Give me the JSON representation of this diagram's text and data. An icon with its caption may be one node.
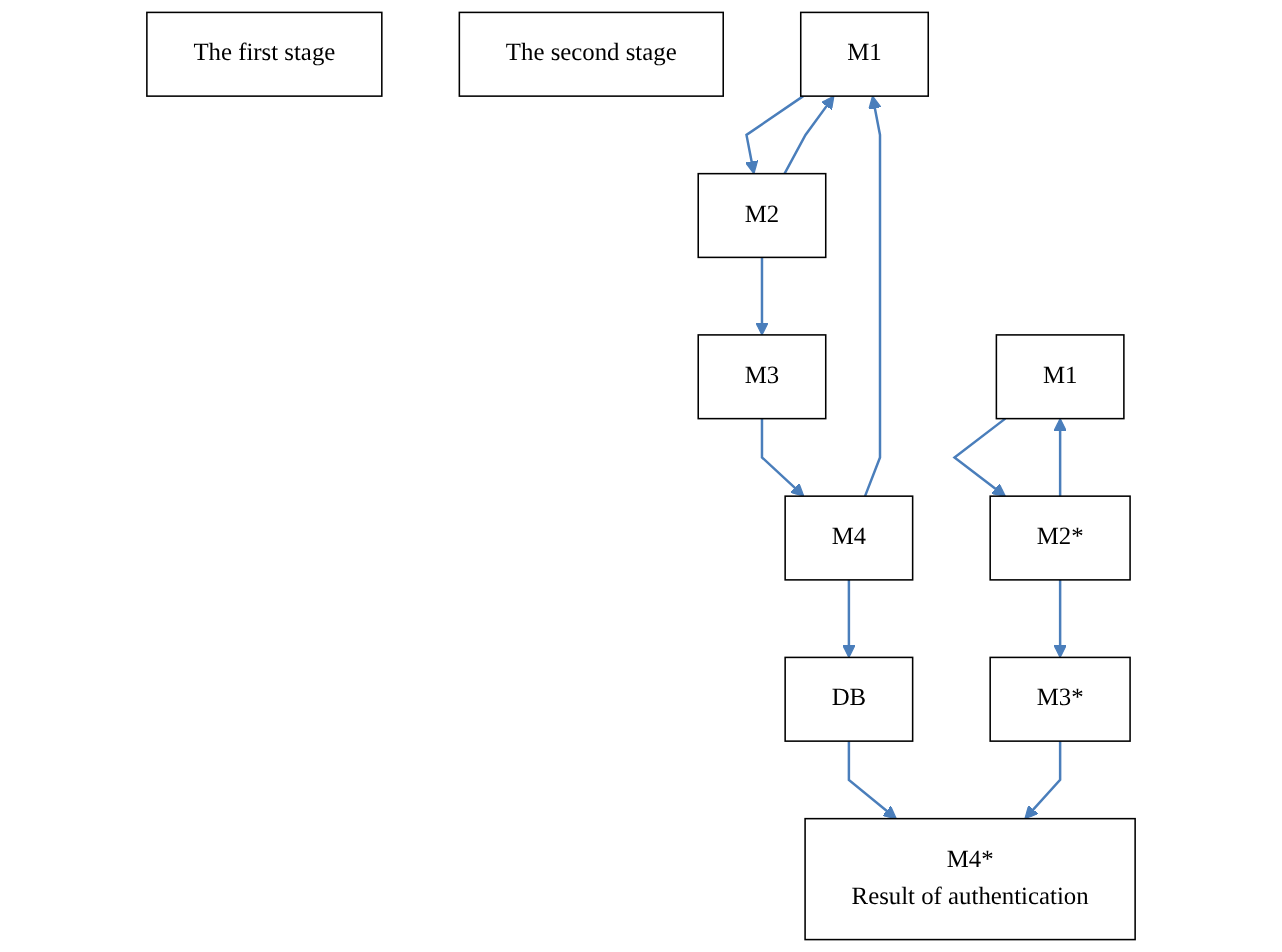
{
  "diagram": {
    "nodes": [
      {
        "text": [
          "The first stage"
        ]
      },
      {
        "text": [
          "The second stage"
        ]
      },
      {
        "text": [
          "M1"
        ]
      },
      {
        "text": [
          "M2"
        ]
      },
      {
        "text": [
          "M3"
        ]
      },
      {
        "text": [
          "M4"
        ]
      },
      {
        "text": [
          "DB"
        ]
      },
      {
        "text": [
          "M1"
        ]
      },
      {
        "text": [
          "M2*"
        ]
      },
      {
        "text": [
          "M3*"
        ]
      },
      {
        "text": [
          "M4*",
          "Result of authentication"
        ]
      }
    ],
    "edges": [
      {
        "from": 2,
        "to": 3,
        "arrow": "to"
      },
      {
        "from": 3,
        "to": 2,
        "arrow": "to"
      },
      {
        "from": 3,
        "to": 4,
        "arrow": "to"
      },
      {
        "from": 4,
        "to": 5,
        "arrow": "to"
      },
      {
        "from": 5,
        "to": 2,
        "arrow": "to"
      },
      {
        "from": 5,
        "to": 6,
        "arrow": "to"
      },
      {
        "from": 6,
        "to": 10,
        "arrow": "to"
      },
      {
        "from": 7,
        "to": 8,
        "arrow": "to"
      },
      {
        "from": 8,
        "to": 7,
        "arrow": "to"
      },
      {
        "from": 8,
        "to": 9,
        "arrow": "to"
      },
      {
        "from": 9,
        "to": 10,
        "arrow": "to"
      }
    ]
  }
}
